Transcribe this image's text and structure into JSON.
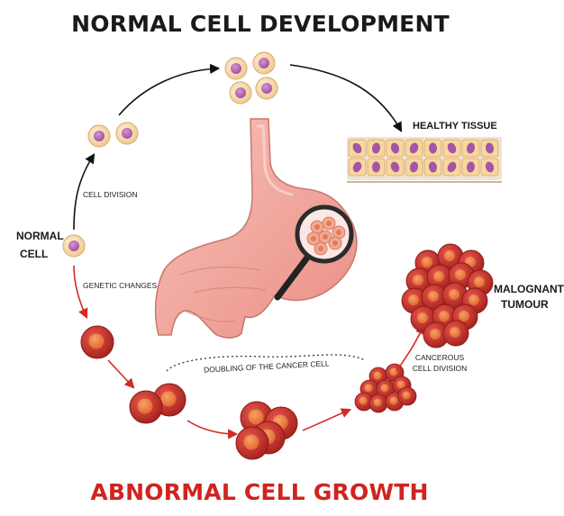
{
  "titles": {
    "top": "NORMAL CELL DEVELOPMENT",
    "bottom": "ABNORMAL CELL GROWTH"
  },
  "labels": {
    "normal_cell_line1": "NORMAL",
    "normal_cell_line2": "CELL",
    "cell_division": "CELL DIVISION",
    "genetic_changes": "GENETIC CHANGES",
    "healthy_tissue": "HEALTHY TISSUE",
    "doubling": "DOUBLING OF THE CANCER CELL",
    "cancerous_line1": "CANCEROUS",
    "cancerous_line2": "CELL DIVISION",
    "malignant_line1": "MALOGNANT",
    "malignant_line2": "TUMOUR"
  },
  "colors": {
    "normal_cell": "#f6d8ae",
    "normal_nucleus": "#b565b2",
    "abnormal_cell": "#c9342c",
    "abnormal_nucleus": "#ef7d46",
    "stomach": "#f2a7a0",
    "arrow_dark": "#111111",
    "arrow_red": "#d42a22"
  }
}
